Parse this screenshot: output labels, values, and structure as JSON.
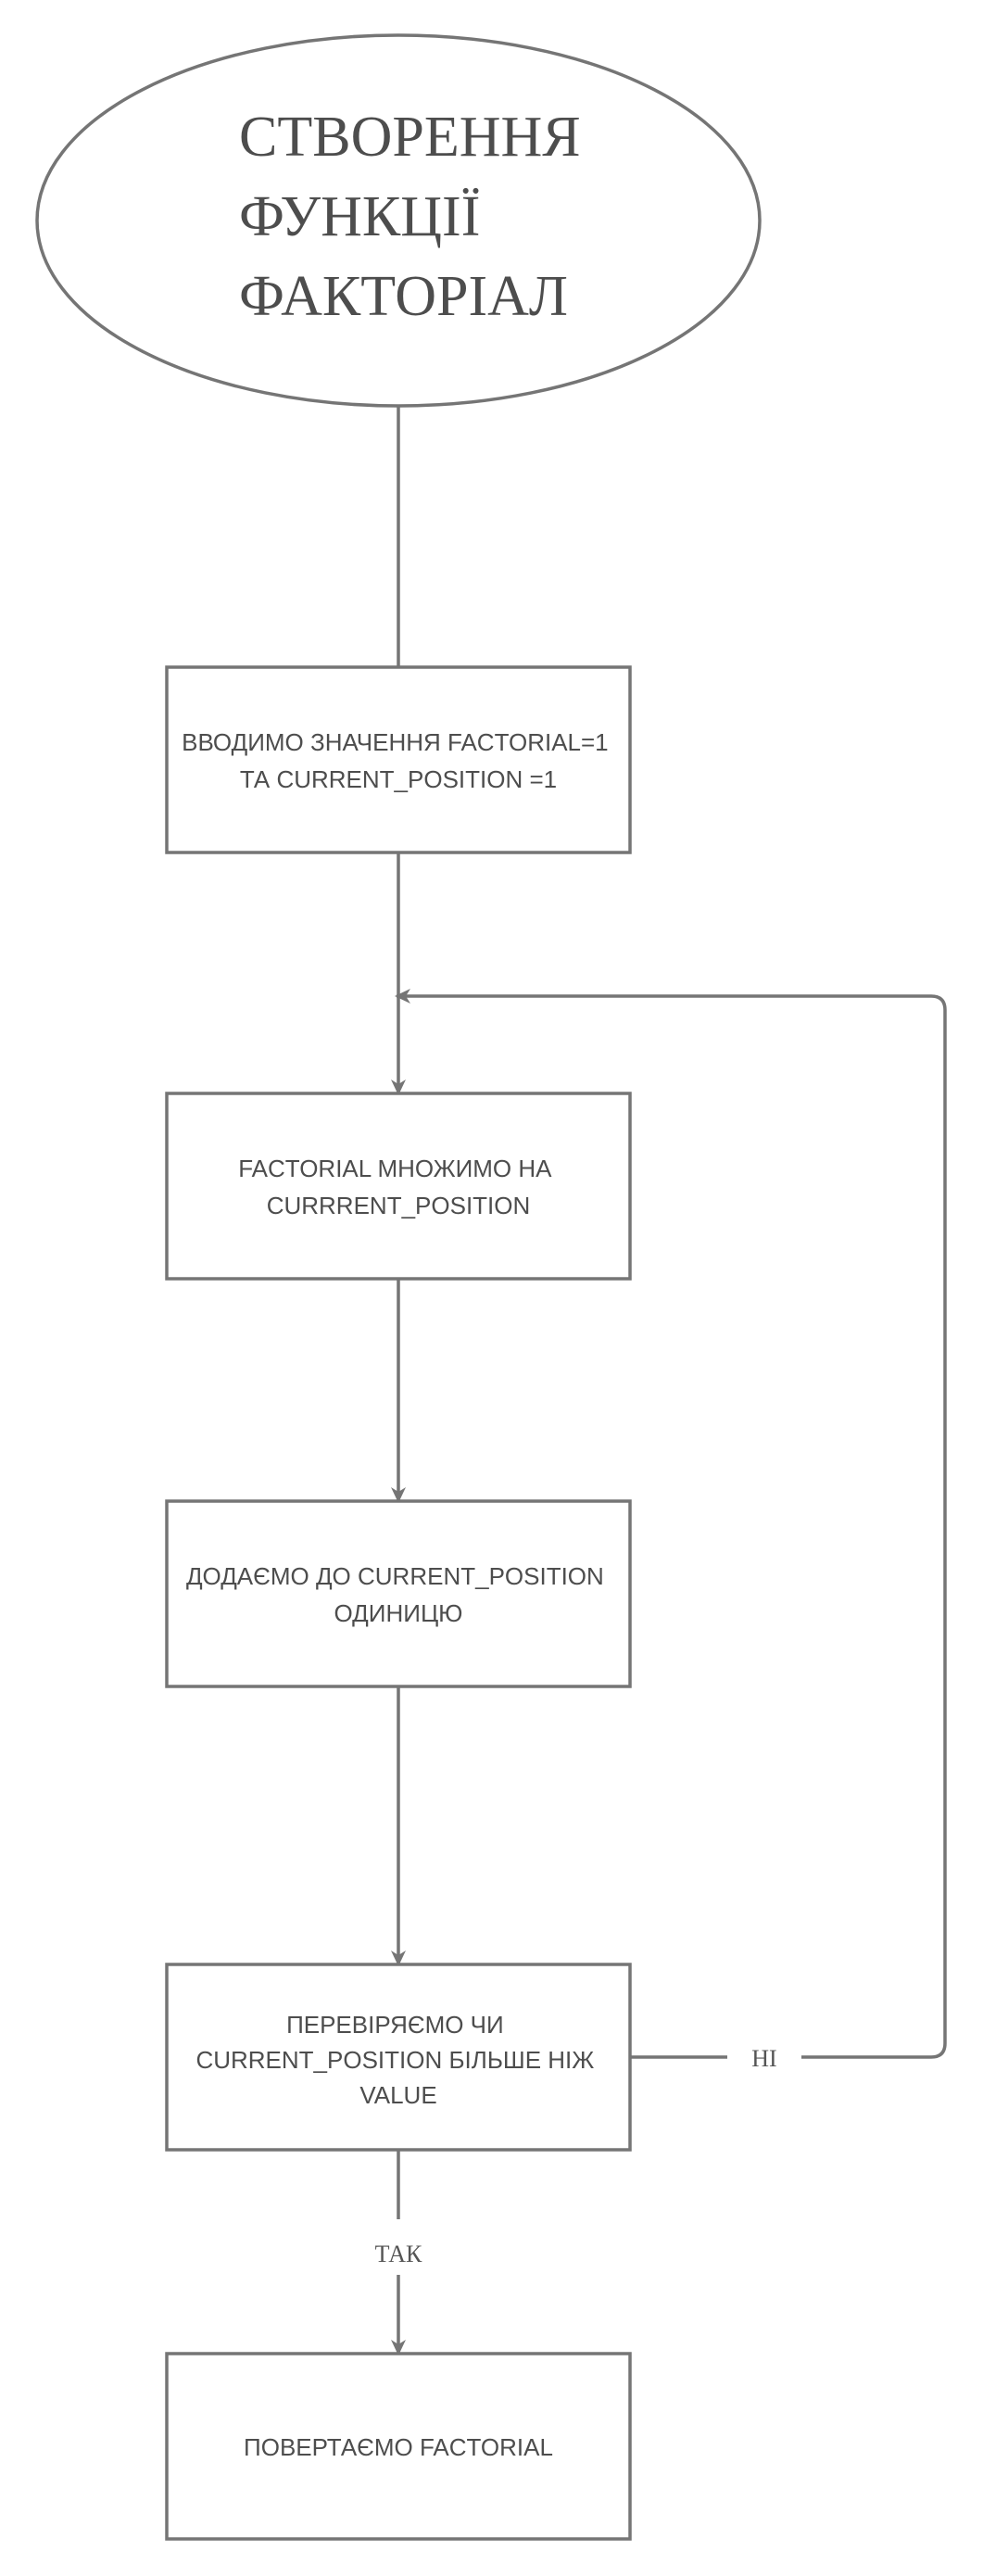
{
  "diagram": {
    "colors": {
      "stroke": "#757575",
      "text": "#4d4d4d",
      "background": "#ffffff"
    },
    "start": {
      "lines": [
        "СТВОРЕННЯ",
        "ФУНКЦІЇ",
        "ФАКТОРІАЛ"
      ]
    },
    "steps": {
      "init": {
        "lines": [
          "ВВОДИМО ЗНАЧЕННЯ FACTORIAL=1",
          "ТА CURRENT_POSITION =1"
        ]
      },
      "multiply": {
        "lines": [
          "FACTORIAL МНОЖИМО НА",
          "CURRRENT_POSITION"
        ]
      },
      "increment": {
        "lines": [
          "ДОДАЄМО ДО CURRENT_POSITION",
          "ОДИНИЦЮ"
        ]
      },
      "check": {
        "lines": [
          "ПЕРЕВІРЯЄМО ЧИ",
          "CURRENT_POSITION БІЛЬШЕ НІЖ",
          "VALUE"
        ]
      },
      "result": {
        "lines": [
          "ПОВЕРТАЄМО FACTORIAL"
        ]
      }
    },
    "edges": {
      "no_label": "НІ",
      "yes_label": "ТАК"
    }
  }
}
